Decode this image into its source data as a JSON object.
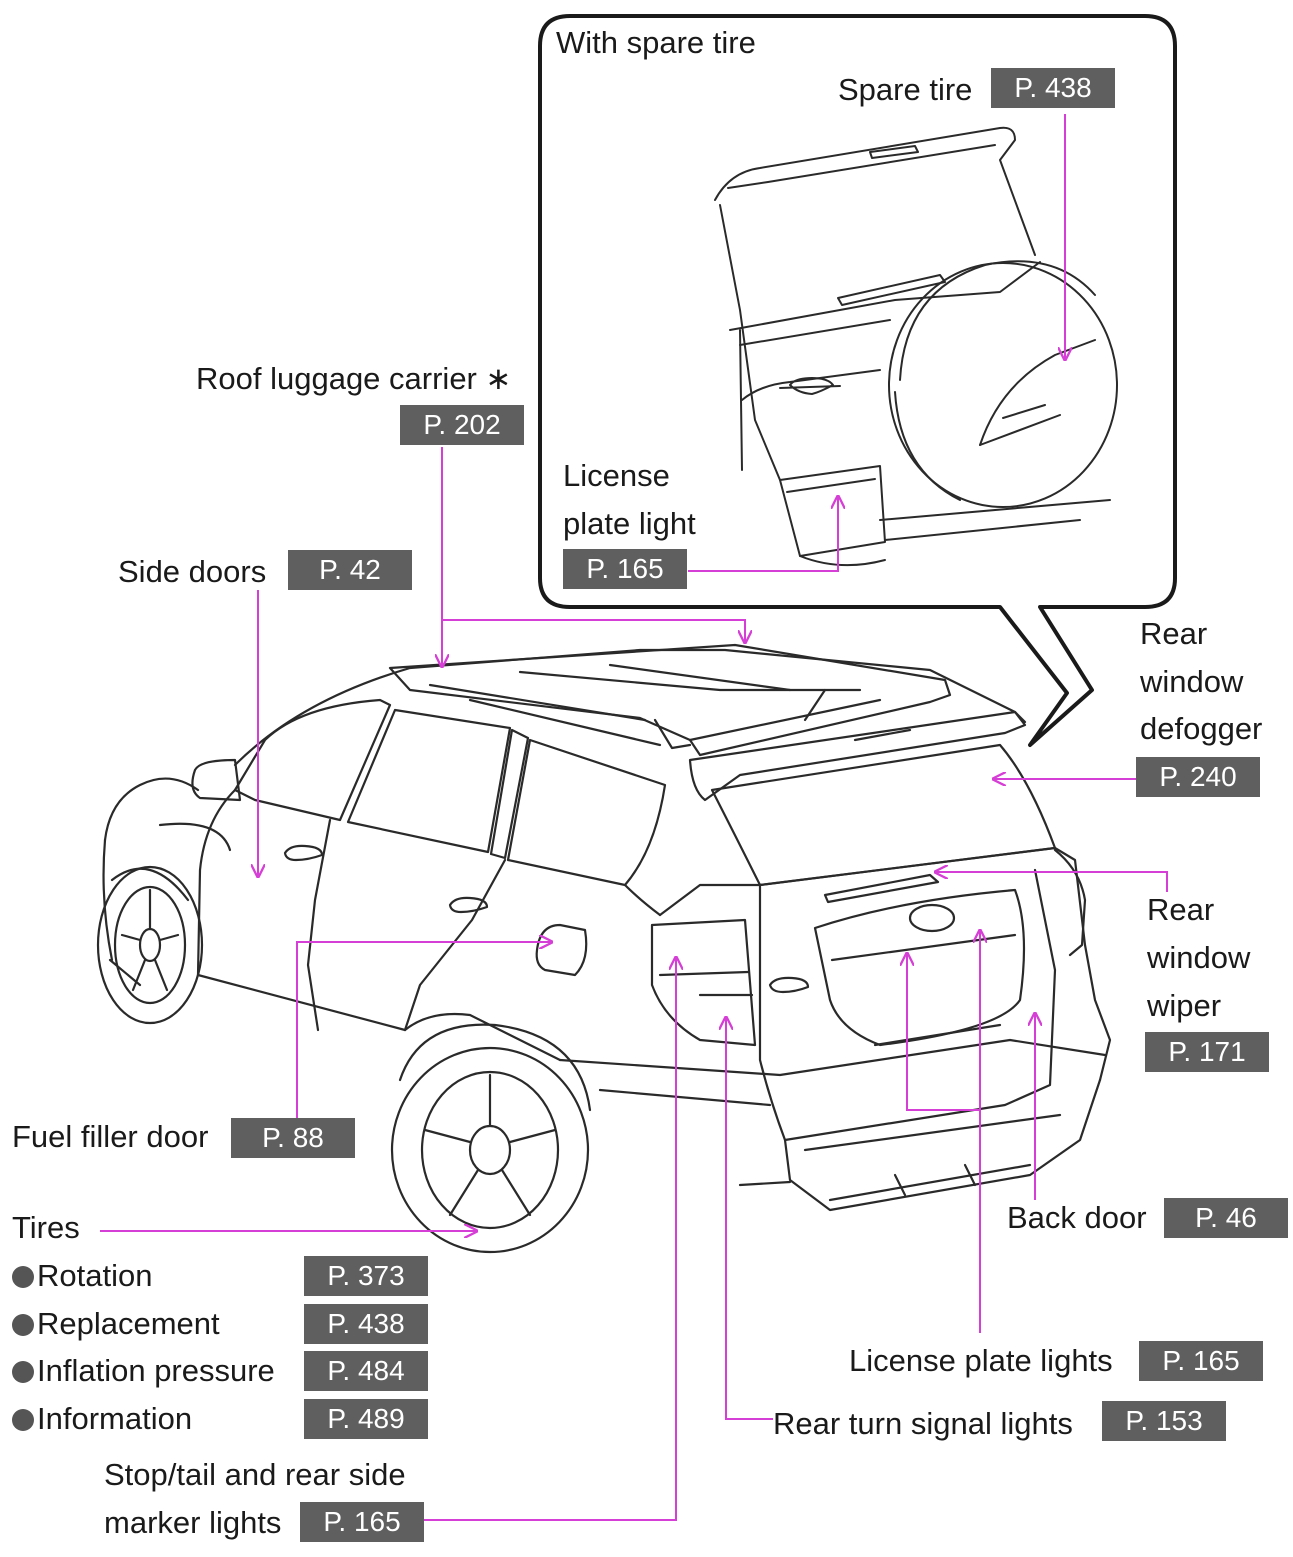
{
  "inset": {
    "title": "With spare tire"
  },
  "labels": {
    "spare_tire": "Spare tire",
    "license_plate_light": [
      "License",
      "plate light"
    ],
    "roof_luggage_carrier": "Roof luggage carrier ∗",
    "side_doors": "Side doors",
    "rear_window_defogger": [
      "Rear",
      "window",
      "defogger"
    ],
    "rear_window_wiper": [
      "Rear",
      "window",
      "wiper"
    ],
    "fuel_filler_door": "Fuel filler door",
    "tires": "Tires",
    "tires_rotation": "Rotation",
    "tires_replacement": "Replacement",
    "tires_inflation_pressure": "Inflation pressure",
    "tires_information": "Information",
    "back_door": "Back door",
    "license_plate_lights": "License plate lights",
    "rear_turn_signal_lights": "Rear turn signal lights",
    "stop_tail_marker_lights": [
      "Stop/tail and rear side",
      "marker lights"
    ]
  },
  "pages": {
    "spare_tire": "P. 438",
    "license_plate_light": "P. 165",
    "roof_luggage_carrier": "P. 202",
    "side_doors": "P. 42",
    "rear_window_defogger": "P. 240",
    "rear_window_wiper": "P. 171",
    "fuel_filler_door": "P. 88",
    "tires_rotation": "P. 373",
    "tires_replacement": "P. 438",
    "tires_inflation_pressure": "P. 484",
    "tires_information": "P. 489",
    "back_door": "P. 46",
    "license_plate_lights": "P. 165",
    "rear_turn_signal_lights": "P. 153",
    "stop_tail_marker_lights": "P. 165"
  },
  "colors": {
    "leader_line": "#d63fd6",
    "badge_background": "#5f5f5f",
    "badge_text": "#ffffff",
    "line_art": "#2a2a2a"
  }
}
